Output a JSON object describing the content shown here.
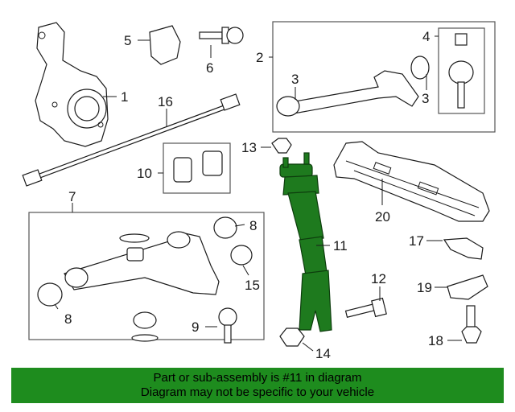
{
  "callouts": {
    "c1": "1",
    "c2": "2",
    "c3a": "3",
    "c3b": "3",
    "c4": "4",
    "c5": "5",
    "c6": "6",
    "c7": "7",
    "c8a": "8",
    "c8b": "8",
    "c9": "9",
    "c10": "10",
    "c11": "11",
    "c12": "12",
    "c13": "13",
    "c14": "14",
    "c15": "15",
    "c16": "16",
    "c17": "17",
    "c18": "18",
    "c19": "19",
    "c20": "20"
  },
  "highlight_color": "#1e7a1e",
  "footer": {
    "line1": "Part or sub-assembly is #11 in diagram",
    "line2": "Diagram may not be specific to your vehicle",
    "background": "#1e8c1e"
  }
}
